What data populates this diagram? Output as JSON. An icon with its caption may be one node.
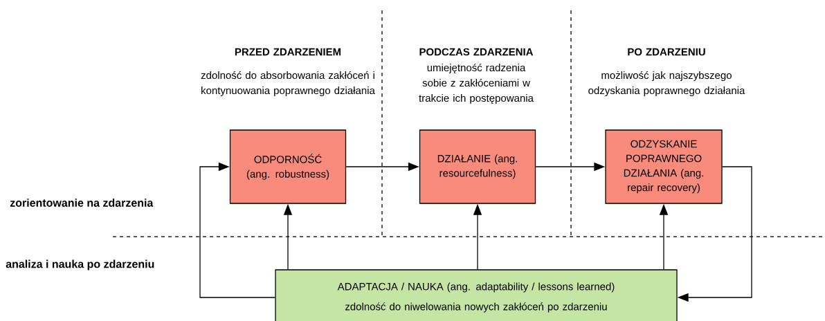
{
  "diagram": {
    "nodes": [
      {
        "text": [
          "ODPORNOŚĆ (ang. robustness)"
        ]
      },
      {
        "text": [
          "DZIAŁANIE (ang. resourcefulness)"
        ]
      },
      {
        "text": [
          "ODZYSKANIE POPRAWNEGO DZIAŁANIA (ang. repair recovery)"
        ]
      },
      {
        "text": [
          "ADAPTACJA / NAUKA (ang. adaptability / lessons learned)",
          "zdolność do niwelowania nowych zakłóceń po zdarzeniu"
        ]
      }
    ],
    "edges": [
      {
        "from": 0,
        "to": 1,
        "arrow": "to"
      },
      {
        "from": 1,
        "to": 2,
        "arrow": "to"
      },
      {
        "from": 3,
        "to": 0,
        "arrow": "to"
      },
      {
        "from": 3,
        "to": 1,
        "arrow": "to"
      },
      {
        "from": 3,
        "to": 2,
        "arrow": "to"
      },
      {
        "from": 3,
        "to": 0,
        "arrow": "to"
      },
      {
        "from": 2,
        "to": 3,
        "arrow": "to"
      }
    ],
    "labels": [
      "PRZED ZDARZENIEM",
      "zdolność do absorbowania zakłóceń i kontynuowania poprawnego działania",
      "PODCZAS ZDARZENIA",
      "umiejętność radzenia sobie z zakłóceniami w trakcie ich postępowania",
      "PO ZDARZENIU",
      "możliwość jak najszybszego odzyskania poprawnego działania",
      "zorientowanie na zdarzenia",
      "analiza i nauka po zdarzeniu"
    ]
  }
}
